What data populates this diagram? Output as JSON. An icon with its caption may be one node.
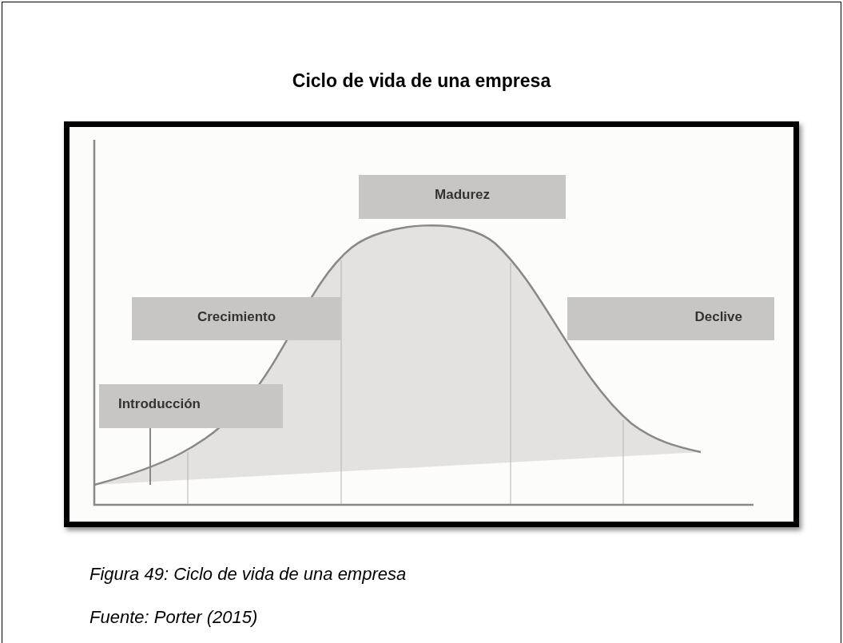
{
  "diagram": {
    "title": "Ciclo de vida de una empresa",
    "nodes": [
      {
        "text": [
          "Madurez"
        ]
      },
      {
        "text": [
          "Crecimiento"
        ]
      },
      {
        "text": [
          "Declive"
        ]
      },
      {
        "text": [
          "Introducción"
        ]
      }
    ],
    "caption": "Figura 49: Ciclo de vida de una empresa",
    "labels": [
      "Fuente: Porter (2015)"
    ]
  }
}
